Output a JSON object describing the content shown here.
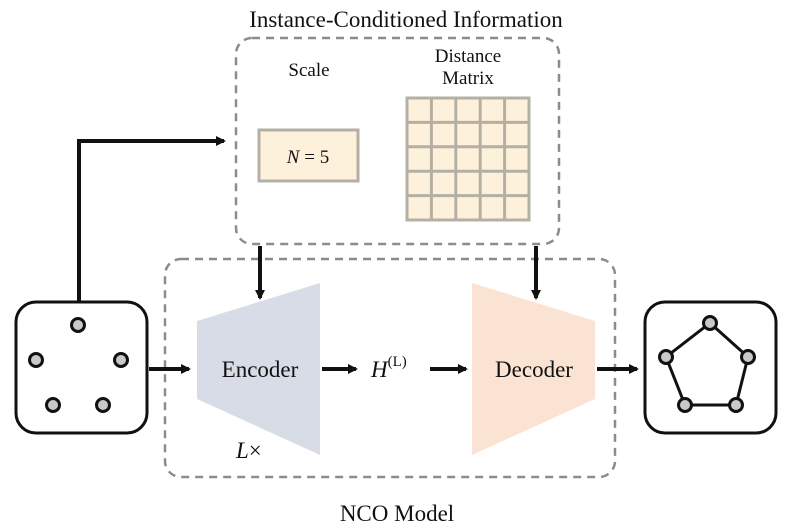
{
  "titles": {
    "instance_info": "Instance-Conditioned Information",
    "nco_model": "NCO Model"
  },
  "instance_info": {
    "scale_label": "Scale",
    "scale_value_var": "N",
    "scale_value_rest": " = 5",
    "distance_label_line1": "Distance",
    "distance_label_line2": "Matrix",
    "matrix_rows": 5,
    "matrix_cols": 5
  },
  "model": {
    "encoder_label": "Encoder",
    "decoder_label": "Decoder",
    "hidden_base": "H",
    "hidden_sup": "(L)",
    "layers_var": "L",
    "layers_suffix": "×"
  },
  "colors": {
    "stroke": "#111111",
    "dashed_border": "#8c8c8c",
    "encoder_fill": "#d8dce6",
    "decoder_fill": "#fbe3d4",
    "scale_box_fill": "#fdf1dc",
    "scale_box_border": "#b5b0a4",
    "matrix_fill": "#fdf1dc",
    "matrix_grid": "#b5b0a4",
    "node_fill": "#c9c9c9"
  },
  "icons": {
    "input": "unconnected-nodes-icon",
    "output": "pentagon-tour-icon"
  }
}
